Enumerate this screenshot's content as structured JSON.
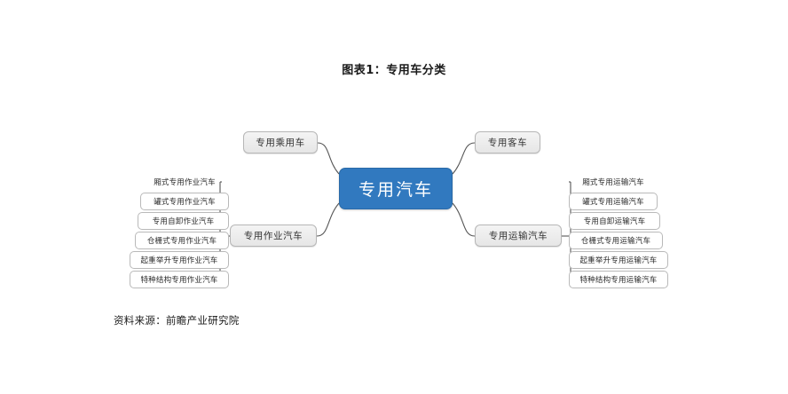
{
  "figure": {
    "title": "图表1：专用车分类",
    "source": "资料来源：前瞻产业研究院"
  },
  "colors": {
    "center_fill": "#3179BF",
    "center_text": "#FFFFFF",
    "branch_fill": "#EDEDED",
    "branch_border": "#B6B6B6",
    "leaf_border": "#B9B9B9",
    "link_stroke": "#555555",
    "text": "#2B2B2B"
  },
  "diagram": {
    "type": "mindmap",
    "center": {
      "label": "专用汽车"
    },
    "branches": [
      {
        "id": "passenger",
        "label": "专用乘用车",
        "side": "left",
        "position": "top",
        "children": []
      },
      {
        "id": "bus",
        "label": "专用客车",
        "side": "right",
        "position": "top",
        "children": []
      },
      {
        "id": "work",
        "label": "专用作业汽车",
        "side": "left",
        "position": "bottom",
        "children": [
          {
            "label": "厢式专用作业汽车"
          },
          {
            "label": "罐式专用作业汽车"
          },
          {
            "label": "专用自卸作业汽车"
          },
          {
            "label": "仓栅式专用作业汽车"
          },
          {
            "label": "起重举升专用作业汽车"
          },
          {
            "label": "特种结构专用作业汽车"
          }
        ]
      },
      {
        "id": "transport",
        "label": "专用运输汽车",
        "side": "right",
        "position": "bottom",
        "children": [
          {
            "label": "厢式专用运输汽车"
          },
          {
            "label": "罐式专用运输汽车"
          },
          {
            "label": "专用自卸运输汽车"
          },
          {
            "label": "仓栅式专用运输汽车"
          },
          {
            "label": "起重举升专用运输汽车"
          },
          {
            "label": "特种结构专用运输汽车"
          }
        ]
      }
    ]
  }
}
